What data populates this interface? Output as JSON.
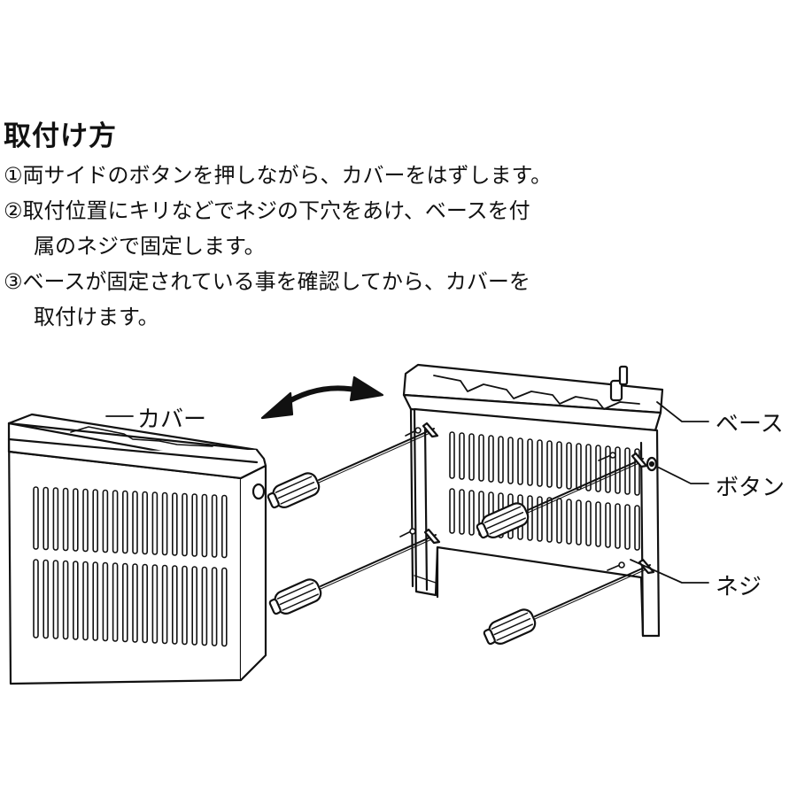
{
  "title": "取付け方",
  "steps": [
    {
      "line1": "①両サイドのボタンを押しながら、カバーをはずします。",
      "line2": ""
    },
    {
      "line1": "②取付位置にキリなどでネジの下穴をあけ、ベースを付",
      "line2": "属のネジで固定します。"
    },
    {
      "line1": "③ベースが固定されている事を確認してから、カバーを",
      "line2": "取付けます。"
    }
  ],
  "labels": {
    "cover": "カバー",
    "base": "ベース",
    "button": "ボタン",
    "screw": "ネジ"
  }
}
